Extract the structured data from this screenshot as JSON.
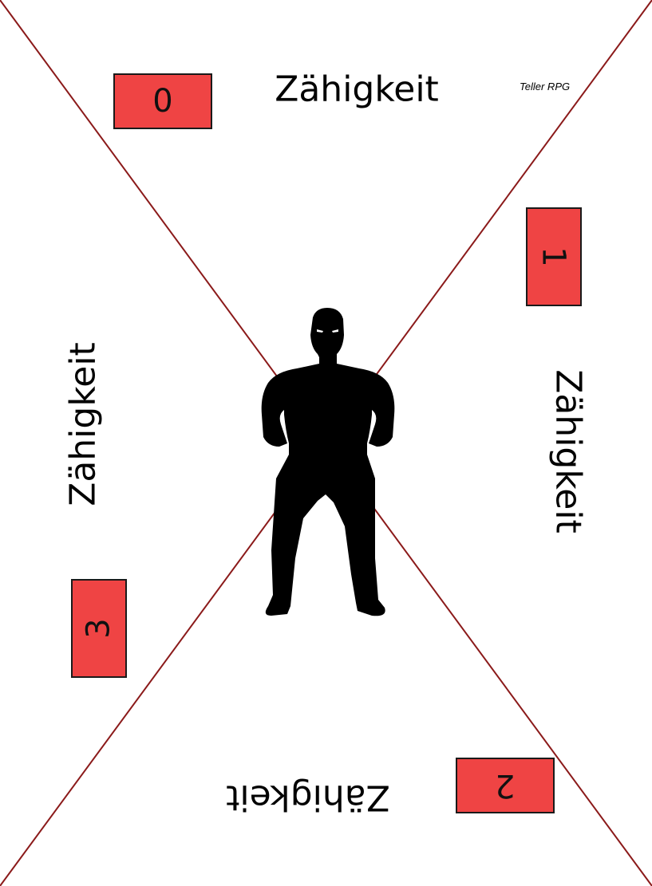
{
  "card": {
    "attribute_top": "Zähigkeit",
    "attribute_right": "Zähigkeit",
    "attribute_bottom": "Zähigkeit",
    "attribute_left": "Zähigkeit",
    "brand": "Teller RPG",
    "values": {
      "top": "0",
      "right": "1",
      "bottom": "2",
      "left": "3"
    },
    "colors": {
      "box_fill": "#ef4444",
      "diagonal_line": "#8b1a1a",
      "silhouette": "#000000"
    },
    "figure_icon": "standing-man-silhouette-icon"
  }
}
